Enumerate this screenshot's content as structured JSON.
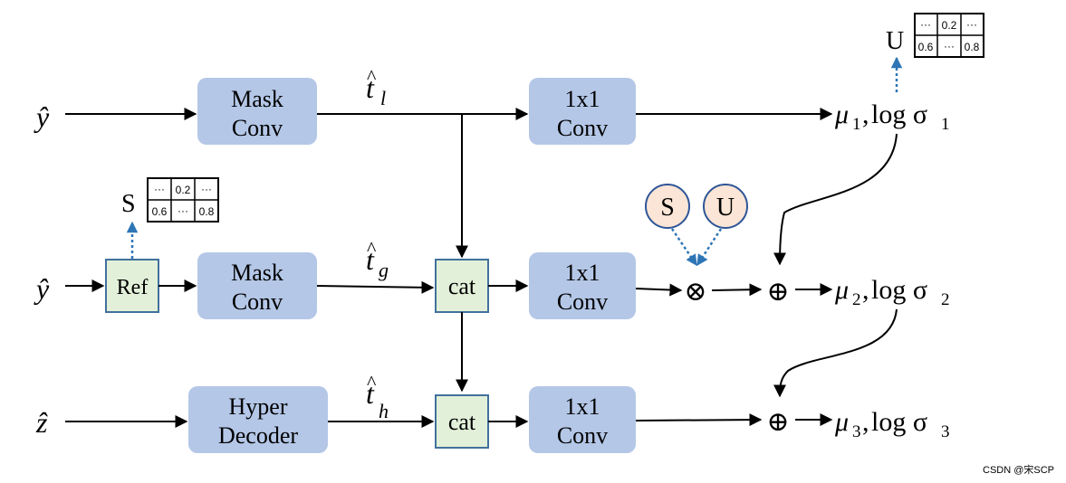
{
  "inputs": {
    "y_row1": "ŷ",
    "y_row2": "ŷ",
    "z_row3": "ẑ"
  },
  "boxes": {
    "mask_conv_1": [
      "Mask",
      "Conv"
    ],
    "mask_conv_2": [
      "Mask",
      "Conv"
    ],
    "hyper_decoder": [
      "Hyper",
      "Decoder"
    ],
    "conv1x1_1": [
      "1x1",
      "Conv"
    ],
    "conv1x1_2": [
      "1x1",
      "Conv"
    ],
    "conv1x1_3": [
      "1x1",
      "Conv"
    ],
    "ref": "Ref",
    "cat_1": "cat",
    "cat_2": "cat"
  },
  "features": {
    "t_l": {
      "base": "t",
      "sub": "l"
    },
    "t_g": {
      "base": "t",
      "sub": "g"
    },
    "t_h": {
      "base": "t",
      "sub": "h"
    }
  },
  "outputs": {
    "row1": {
      "mu": "μ",
      "mu_sub": "1",
      "log": "log σ",
      "sigma_sub": "1"
    },
    "row2": {
      "mu": "μ",
      "mu_sub": "2",
      "log": "log σ",
      "sigma_sub": "2"
    },
    "row3": {
      "mu": "μ",
      "mu_sub": "3",
      "log": "log σ",
      "sigma_sub": "3"
    }
  },
  "operators": {
    "multiply": "⊗",
    "add_1": "⊕",
    "add_2": "⊕"
  },
  "circles": {
    "s": "S",
    "u": "U"
  },
  "matrices": {
    "u": {
      "label": "U",
      "row1": [
        "···",
        "0.2",
        "···"
      ],
      "row2": [
        "0.6",
        "···",
        "0.8"
      ]
    },
    "s": {
      "label": "S",
      "row1": [
        "···",
        "0.2",
        "···"
      ],
      "row2": [
        "0.6",
        "···",
        "0.8"
      ]
    }
  },
  "watermark": "CSDN @宋SCP",
  "colors": {
    "block_blue": "#b4c7e7",
    "block_green": "#e2f0d9",
    "circle_fill": "#fbe5d6",
    "dotted_arrow": "#2e75b6"
  }
}
